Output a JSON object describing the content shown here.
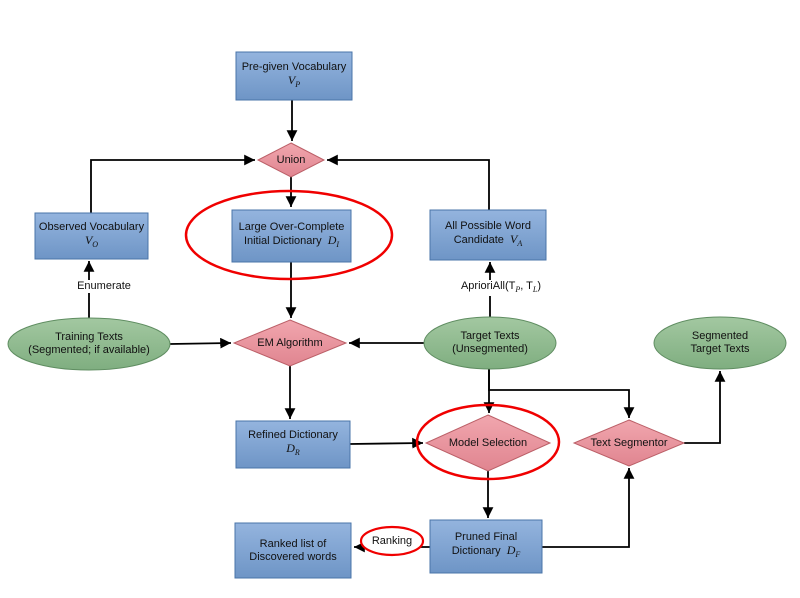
{
  "title": "Vocabulary discovery and word segmentation flowchart",
  "colors": {
    "box_blue": "#6e95c6",
    "box_blue_border": "#4a74a8",
    "diamond_pink": "#e08590",
    "diamond_pink_border": "#bb5f67",
    "ellipse_green": "#7fae80",
    "ellipse_green_border": "#5f8d61",
    "arrow": "#000000",
    "annotation_highlight": "#ff0000",
    "background": "#ffffff"
  },
  "nodes": {
    "pre_given": {
      "line1": "Pre-given Vocabulary",
      "symbol": "V",
      "sub": "P"
    },
    "union": {
      "label": "Union"
    },
    "observed": {
      "line1": "Observed Vocabulary",
      "symbol": "V",
      "sub": "O"
    },
    "large_dict": {
      "line1": "Large Over-Complete",
      "line2": "Initial Dictionary",
      "symbol": "D",
      "sub": "I"
    },
    "all_possible": {
      "line1": "All Possible Word",
      "line2": "Candidate",
      "symbol": "V",
      "sub": "A"
    },
    "training": {
      "line1": "Training Texts",
      "line2": "(Segmented; if available)"
    },
    "em": {
      "label": "EM Algorithm"
    },
    "target": {
      "line1": "Target Texts",
      "line2": "(Unsegmented)"
    },
    "segmented": {
      "line1": "Segmented",
      "line2": "Target Texts"
    },
    "refined": {
      "line1": "Refined Dictionary",
      "symbol": "D",
      "sub": "R"
    },
    "model_selection": {
      "label": "Model Selection"
    },
    "text_segmentor": {
      "label": "Text Segmentor"
    },
    "pruned": {
      "line1": "Pruned Final",
      "line2": "Dictionary",
      "symbol": "D",
      "sub": "F"
    },
    "ranked": {
      "line1": "Ranked list of",
      "line2": "Discovered words"
    }
  },
  "edge_labels": {
    "enumerate": "Enumerate",
    "apriori": {
      "pre": "AprioriAll(T",
      "sub1": "P",
      "mid": ", T",
      "sub2": "L",
      "post": ")"
    },
    "ranking": "Ranking"
  }
}
